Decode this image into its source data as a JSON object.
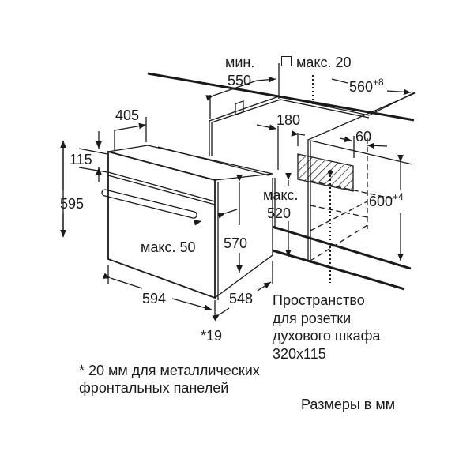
{
  "labels": {
    "min": "мин.",
    "d550": "550",
    "max20": "макс. 20",
    "d560": "560",
    "d560_tol": "+8",
    "d405": "405",
    "d180": "180",
    "d60": "60",
    "d115": "115",
    "d595": "595",
    "max520_a": "макс.",
    "max520_b": "520",
    "d600": "600",
    "d600_tol": "+4",
    "max50": "макс. 50",
    "d570": "570",
    "d594": "594",
    "d548": "548",
    "d19": "*19"
  },
  "socket_note": [
    "Пространство",
    "для розетки",
    "духового шкафа",
    "320x115"
  ],
  "footnote": [
    "* 20 мм для металлических",
    "фронтальных панелей"
  ],
  "units_note": "Размеры в мм"
}
